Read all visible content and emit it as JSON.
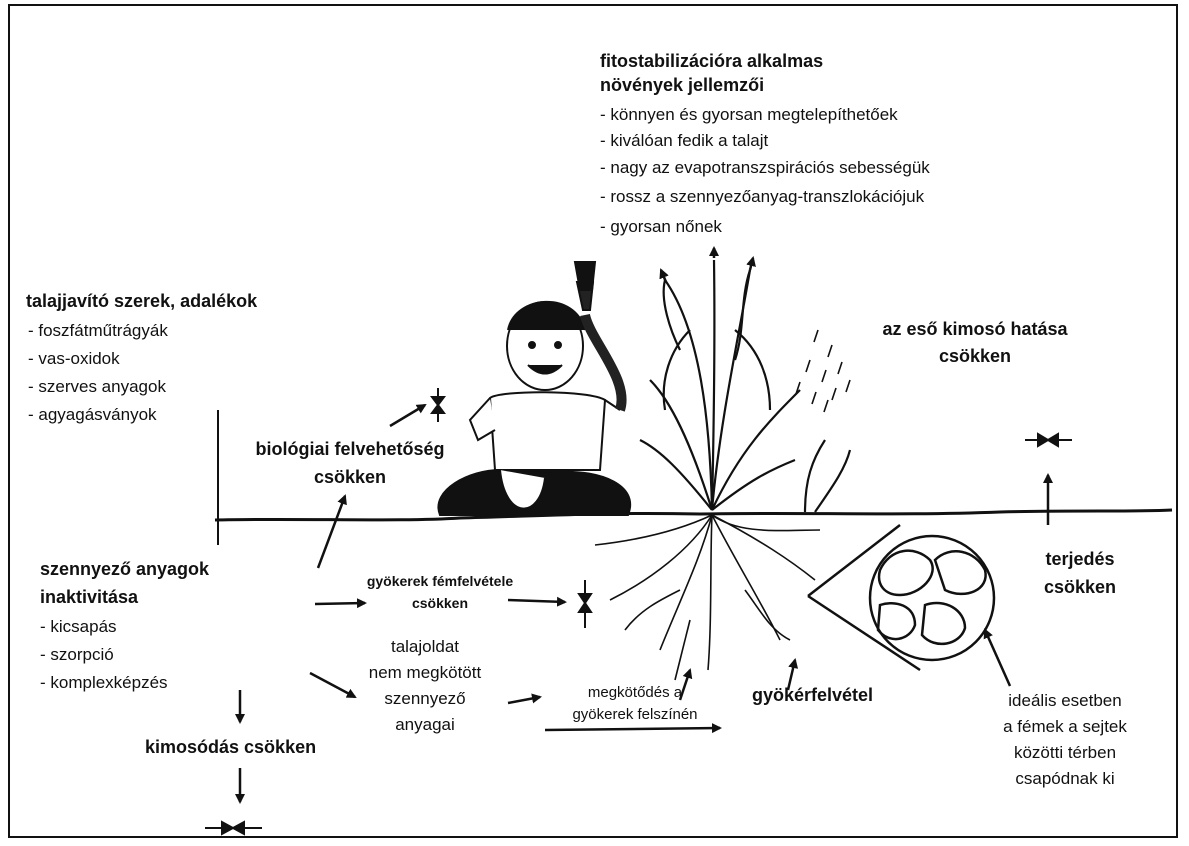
{
  "top_block": {
    "title_line1": "fitostabilizációra alkalmas",
    "title_line2": "növények jellemzői",
    "items": [
      "- könnyen és gyorsan megtelepíthetőek",
      "- kiválóan fedik a talajt",
      "- nagy az evapotranszspirációs sebességük",
      "- rossz a szennyezőanyag-transzlokációjuk",
      "- gyorsan nőnek"
    ]
  },
  "amendments": {
    "title": "talajjavító szerek, adalékok",
    "items": [
      "- foszfátműtrágyák",
      "- vas-oxidok",
      "- szerves anyagok",
      "- agyagásványok"
    ]
  },
  "rain": {
    "line1": "az eső kimosó hatása",
    "line2": "csökken"
  },
  "bio": {
    "line1": "biológiai felvehetőség",
    "line2": "csökken"
  },
  "inactivation": {
    "title_line1": "szennyező anyagok",
    "title_line2": "inaktivitása",
    "items": [
      "- kicsapás",
      "- szorpció",
      "- komplexképzés"
    ]
  },
  "root_metal": {
    "line1": "gyökerek fémfelvétele",
    "line2": "csökken"
  },
  "solution": {
    "lines": [
      "talajoldat",
      "nem megkötött",
      "szennyező",
      "anyagai"
    ]
  },
  "binding": {
    "line1": "megkötődés a",
    "line2": "gyökerek felszínén"
  },
  "root_uptake": "gyökérfelvétel",
  "spread": {
    "line1": "terjedés",
    "line2": "csökken"
  },
  "leaching": "kimosódás csökken",
  "ideal": {
    "lines": [
      "ideális esetben",
      "a fémek a sejtek",
      "közötti térben",
      "csapódnak ki"
    ]
  }
}
